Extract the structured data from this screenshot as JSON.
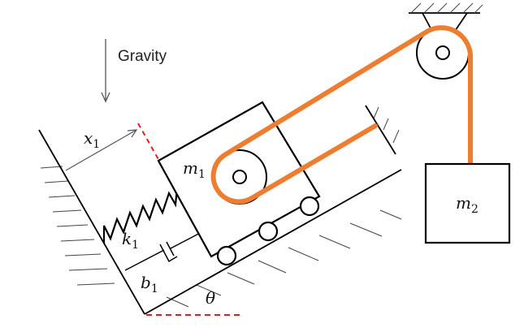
{
  "labels": {
    "gravity": "Gravity",
    "x1": {
      "base": "x",
      "sub": "1"
    },
    "m1": {
      "base": "m",
      "sub": "1"
    },
    "k1": {
      "base": "k",
      "sub": "1"
    },
    "b1": {
      "base": "b",
      "sub": "1"
    },
    "m2": {
      "base": "m",
      "sub": "2"
    },
    "theta": "θ"
  },
  "colors": {
    "cable": "#ED7D31",
    "reference": "#E0201E",
    "line": "#000000"
  }
}
